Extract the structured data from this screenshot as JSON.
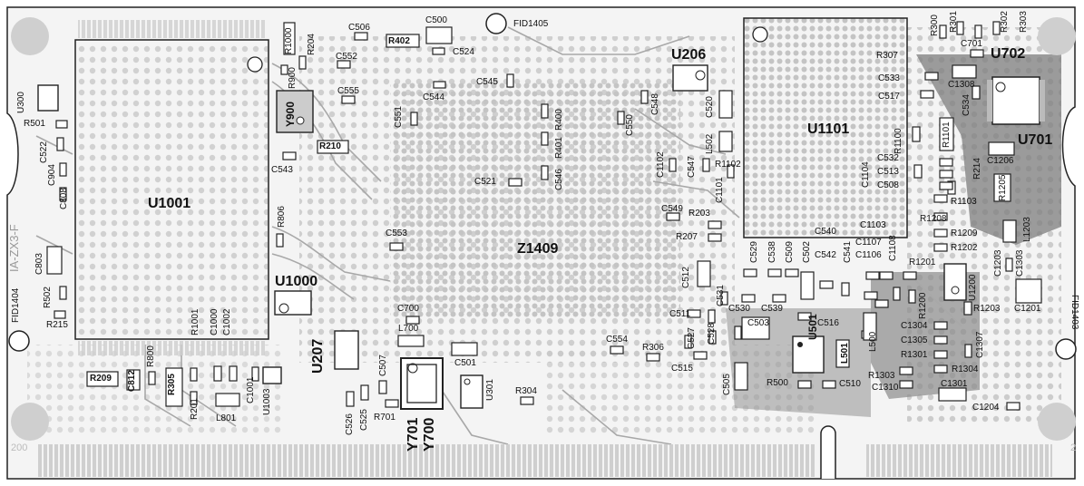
{
  "board": {
    "code": "IA-ZX3-F",
    "pin_left": "200",
    "pin_right": "2"
  },
  "refdes": {
    "u1001": "U1001",
    "u1101": "U1101",
    "z1409": "Z1409",
    "u702": "U702",
    "u701": "U701",
    "u206": "U206",
    "u1000": "U1000",
    "u207": "U207",
    "y701": "Y701",
    "y700": "Y700",
    "y900": "Y900",
    "u501": "U501",
    "l501": "L501",
    "fid1405": "FID1405",
    "fid1404": "FID1404",
    "fid1403": "FID1403",
    "c506": "C506",
    "c500": "C500",
    "c524": "C524",
    "r402": "R402",
    "r1000": "R1000",
    "r204": "R204",
    "r900": "R900",
    "c552": "C552",
    "c555": "C555",
    "c545": "C545",
    "c544": "C544",
    "c551": "C551",
    "r210": "R210",
    "c543": "C543",
    "r806": "R806",
    "c553": "C553",
    "c521": "C521",
    "r400": "R400",
    "r401": "R401",
    "c546": "C546",
    "c550": "C550",
    "c548": "C548",
    "c520": "C520",
    "l502": "L502",
    "c1102": "C1102",
    "c547": "C547",
    "r1102": "R1102",
    "c1101": "C1101",
    "c549": "C549",
    "r203": "R203",
    "r207": "R207",
    "c512": "C512",
    "c529": "C529",
    "c538": "C538",
    "c509": "C509",
    "c502": "C502",
    "c540": "C540",
    "c542": "C542",
    "c541": "C541",
    "c1103": "C1103",
    "c1107": "C1107",
    "c1106": "C1106",
    "c1108": "C1108",
    "r1201": "R1201",
    "c531": "C531",
    "c530": "C530",
    "c539": "C539",
    "c511": "C511",
    "c516": "C516",
    "l500": "L500",
    "c527": "C527",
    "c528": "C528",
    "c503": "C503",
    "c515": "C515",
    "c505": "C505",
    "r500": "R500",
    "c510": "C510",
    "r1303": "R1303",
    "c1310": "C1310",
    "c1304": "C1304",
    "c1305": "C1305",
    "r1301": "R1301",
    "r1304": "R1304",
    "c1307": "C1307",
    "c1301": "C1301",
    "c1204": "C1204",
    "r1203": "R1203",
    "c1201": "C1201",
    "r1200": "R1200",
    "u1200": "U1200",
    "c1203": "C1203",
    "c1303": "C1303",
    "l1203": "L1203",
    "r1208": "R1208",
    "r1209": "R1209",
    "r1202": "R1202",
    "r1103": "R1103",
    "r214": "R214",
    "r1205": "R1205",
    "c1206": "C1206",
    "r1101": "R1101",
    "r1100": "R1100",
    "c532": "C532",
    "c513": "C513",
    "c508": "C508",
    "c1104": "C1104",
    "c1308": "C1308",
    "c534": "C534",
    "c533": "C533",
    "c517": "C517",
    "r307": "R307",
    "c701": "C701",
    "r300": "R300",
    "r301": "R301",
    "r302": "R302",
    "r303": "R303",
    "u300": "U300",
    "r501": "R501",
    "c522": "C522",
    "c904": "C904",
    "c808": "C808",
    "c803": "C803",
    "r502": "R502",
    "r215": "R215",
    "r1001": "R1001",
    "c1000": "C1000",
    "c1002": "C1002",
    "r209": "R209",
    "c812": "C812",
    "r800": "R800",
    "r305": "R305",
    "r201": "R201",
    "l801": "L801",
    "c1001": "C1001",
    "u1003": "U1003",
    "c700": "C700",
    "l700": "L700",
    "c507": "C507",
    "c526": "C526",
    "c525": "C525",
    "r701": "R701",
    "c501": "C501",
    "u301": "U301",
    "r304": "R304",
    "c554": "C554",
    "r306": "R306"
  }
}
